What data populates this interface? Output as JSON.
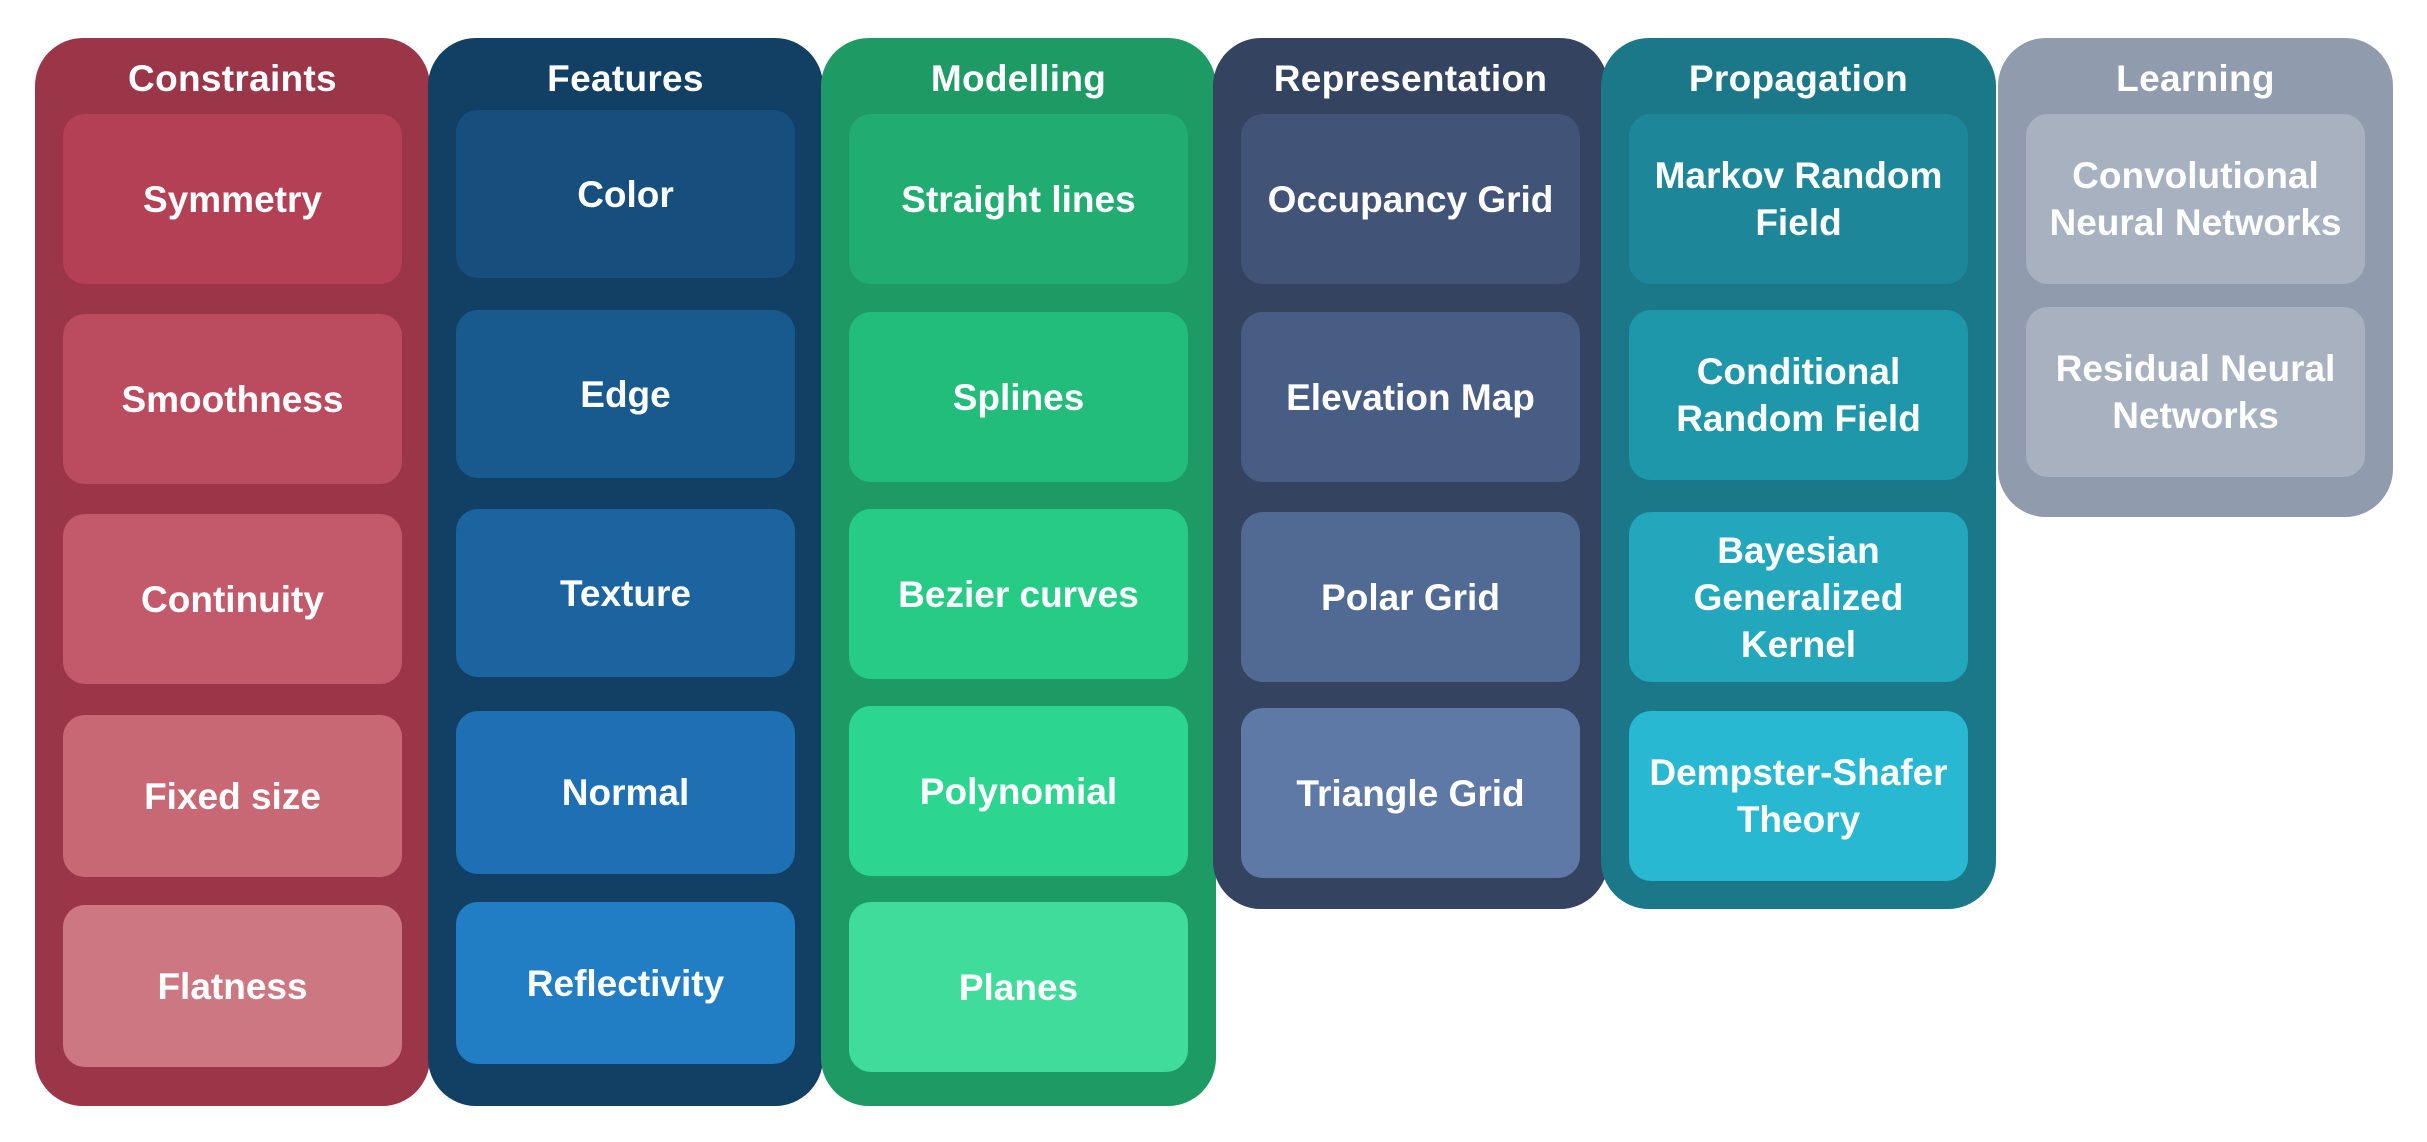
{
  "columns": [
    {
      "title": "Constraints",
      "color": "#9b3548",
      "items": [
        {
          "label": "Symmetry",
          "color": "#b34054"
        },
        {
          "label": "Smoothness",
          "color": "#bb4b5e"
        },
        {
          "label": "Continuity",
          "color": "#c35a6b"
        },
        {
          "label": "Fixed size",
          "color": "#c96875"
        },
        {
          "label": "Flatness",
          "color": "#cd7782"
        }
      ]
    },
    {
      "title": "Features",
      "color": "#123f64",
      "items": [
        {
          "label": "Color",
          "color": "#164f7e"
        },
        {
          "label": "Edge",
          "color": "#195a8e"
        },
        {
          "label": "Texture",
          "color": "#1b64a0"
        },
        {
          "label": "Normal",
          "color": "#1e6fb3"
        },
        {
          "label": "Reflectivity",
          "color": "#217dc4"
        }
      ]
    },
    {
      "title": "Modelling",
      "color": "#1e9b65",
      "items": [
        {
          "label": "Straight lines",
          "color": "#21ad71"
        },
        {
          "label": "Splines",
          "color": "#23bd7b"
        },
        {
          "label": "Bezier curves",
          "color": "#26cc86"
        },
        {
          "label": "Polynomial",
          "color": "#2dd690"
        },
        {
          "label": "Planes",
          "color": "#3fdc9c"
        }
      ]
    },
    {
      "title": "Representation",
      "color": "#34435f",
      "items": [
        {
          "label": "Occupancy Grid",
          "color": "#415477"
        },
        {
          "label": "Elevation Map",
          "color": "#485d84"
        },
        {
          "label": "Polar Grid",
          "color": "#506a93"
        },
        {
          "label": "Triangle Grid",
          "color": "#5f79a6"
        }
      ]
    },
    {
      "title": "Propagation",
      "color": "#1a7889",
      "items": [
        {
          "label": "Markov Random\nField",
          "color": "#1d8799"
        },
        {
          "label": "Conditional\nRandom Field",
          "color": "#1f97aa"
        },
        {
          "label": "Bayesian\nGeneralized\nKernel",
          "color": "#22a7bd"
        },
        {
          "label": "Dempster-Shafer\nTheory",
          "color": "#28b8d2"
        }
      ]
    },
    {
      "title": "Learning",
      "color": "#909cae",
      "items": [
        {
          "label": "Convolutional\nNeural Networks",
          "color": "#a7b1c0"
        },
        {
          "label": "Residual Neural\nNetworks",
          "color": "#a7b1c0"
        }
      ]
    }
  ]
}
